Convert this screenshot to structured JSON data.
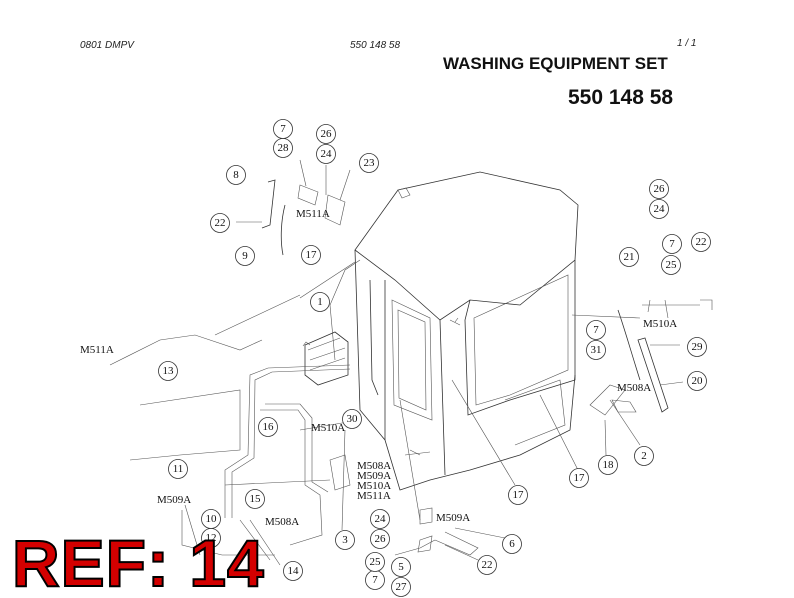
{
  "header": {
    "code_left": "0801 DMPV",
    "code_center": "550 148 58",
    "page_indicator": "1 /   1"
  },
  "title": {
    "name": "WASHING EQUIPMENT SET",
    "number": "550 148 58"
  },
  "callouts": [
    {
      "id": "c1",
      "label": "1"
    },
    {
      "id": "c2",
      "label": "2"
    },
    {
      "id": "c3",
      "label": "3"
    },
    {
      "id": "c5",
      "label": "5"
    },
    {
      "id": "c6",
      "label": "6"
    },
    {
      "id": "c7a",
      "label": "7"
    },
    {
      "id": "c7b",
      "label": "7"
    },
    {
      "id": "c7c",
      "label": "7"
    },
    {
      "id": "c7d",
      "label": "7"
    },
    {
      "id": "c8",
      "label": "8"
    },
    {
      "id": "c9",
      "label": "9"
    },
    {
      "id": "c10",
      "label": "10"
    },
    {
      "id": "c11",
      "label": "11"
    },
    {
      "id": "c12",
      "label": "12"
    },
    {
      "id": "c13",
      "label": "13"
    },
    {
      "id": "c14",
      "label": "14"
    },
    {
      "id": "c15",
      "label": "15"
    },
    {
      "id": "c16",
      "label": "16"
    },
    {
      "id": "c17a",
      "label": "17"
    },
    {
      "id": "c17b",
      "label": "17"
    },
    {
      "id": "c17c",
      "label": "17"
    },
    {
      "id": "c18",
      "label": "18"
    },
    {
      "id": "c20",
      "label": "20"
    },
    {
      "id": "c21",
      "label": "21"
    },
    {
      "id": "c22a",
      "label": "22"
    },
    {
      "id": "c22b",
      "label": "22"
    },
    {
      "id": "c22c",
      "label": "22"
    },
    {
      "id": "c23",
      "label": "23"
    },
    {
      "id": "c24a",
      "label": "24"
    },
    {
      "id": "c24b",
      "label": "24"
    },
    {
      "id": "c24c",
      "label": "24"
    },
    {
      "id": "c25a",
      "label": "25"
    },
    {
      "id": "c25b",
      "label": "25"
    },
    {
      "id": "c26a",
      "label": "26"
    },
    {
      "id": "c26b",
      "label": "26"
    },
    {
      "id": "c26c",
      "label": "26"
    },
    {
      "id": "c27",
      "label": "27"
    },
    {
      "id": "c28",
      "label": "28"
    },
    {
      "id": "c29",
      "label": "29"
    },
    {
      "id": "c30",
      "label": "30"
    },
    {
      "id": "c31",
      "label": "31"
    }
  ],
  "part_codes": [
    {
      "id": "m511a_top",
      "label": "M511A"
    },
    {
      "id": "m511a_left",
      "label": "M511A"
    },
    {
      "id": "m510a_right",
      "label": "M510A"
    },
    {
      "id": "m508a_right",
      "label": "M508A"
    },
    {
      "id": "m510a_mid",
      "label": "M510A"
    },
    {
      "id": "m508a_stack",
      "label": "M508A"
    },
    {
      "id": "m509a_stack",
      "label": "M509A"
    },
    {
      "id": "m510a_stack",
      "label": "M510A"
    },
    {
      "id": "m511a_stack",
      "label": "M511A"
    },
    {
      "id": "m509a_left",
      "label": "M509A"
    },
    {
      "id": "m508a_left",
      "label": "M508A"
    },
    {
      "id": "m509a_bottom",
      "label": "M509A"
    }
  ],
  "ref_stamp": "REF: 14"
}
